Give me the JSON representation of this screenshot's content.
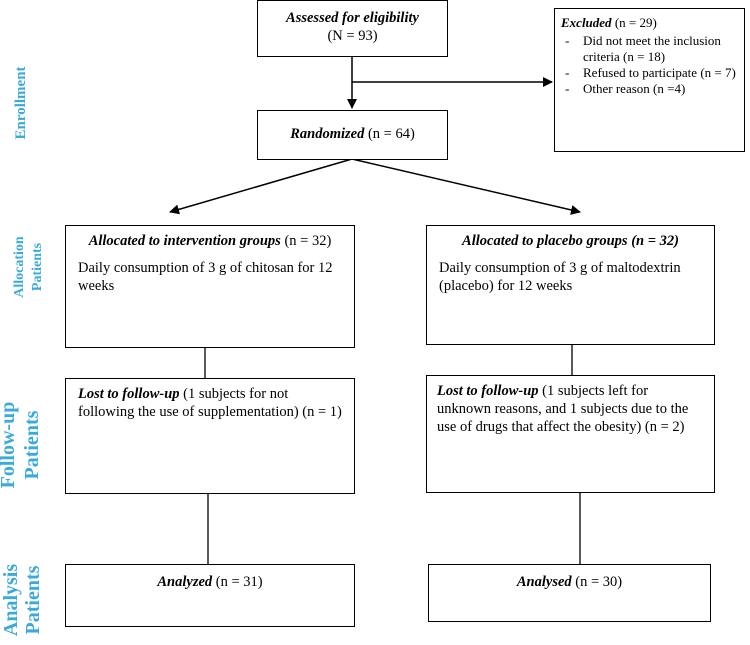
{
  "side_labels": {
    "enrollment": "Enrollment",
    "allocation_line1": "Allocation",
    "allocation_line2": "Patients",
    "followup_line1": "Follow-up",
    "followup_line2": "Patients",
    "analysis_line1": "Analysis",
    "analysis_line2": "Patients"
  },
  "assessed": {
    "title": "Assessed for eligibility",
    "count": "(N = 93)"
  },
  "excluded": {
    "title": "Excluded",
    "count": " (n = 29)",
    "reasons": [
      "Did not meet the inclusion criteria (n = 18)",
      "Refused to participate (n = 7)",
      "Other reason (n =4)"
    ]
  },
  "randomized": {
    "title": "Randomized",
    "count": " (n = 64)"
  },
  "alloc_intervention": {
    "title": "Allocated to intervention groups",
    "count": " (n = 32)",
    "desc": "Daily consumption of 3 g of chitosan for 12 weeks"
  },
  "alloc_placebo": {
    "title": "Allocated to placebo groups (n = 32)",
    "desc": "Daily consumption of 3 g of maltodextrin (placebo) for 12 weeks"
  },
  "lost_intervention": {
    "title": "Lost to follow-up",
    "desc": " (1 subjects for not following the use of supplementation) (n = 1)"
  },
  "lost_placebo": {
    "title": "Lost to follow-up",
    "desc": " (1 subjects left for unknown reasons, and 1 subjects due to the use of drugs that affect the obesity) (n = 2)"
  },
  "analyzed_intervention": {
    "title": "Analyzed",
    "count": " (n = 31)"
  },
  "analyzed_placebo": {
    "title": "Analysed",
    "count": " (n = 30)"
  },
  "colors": {
    "side_label": "#3aa9dc",
    "lines": "#000000"
  }
}
